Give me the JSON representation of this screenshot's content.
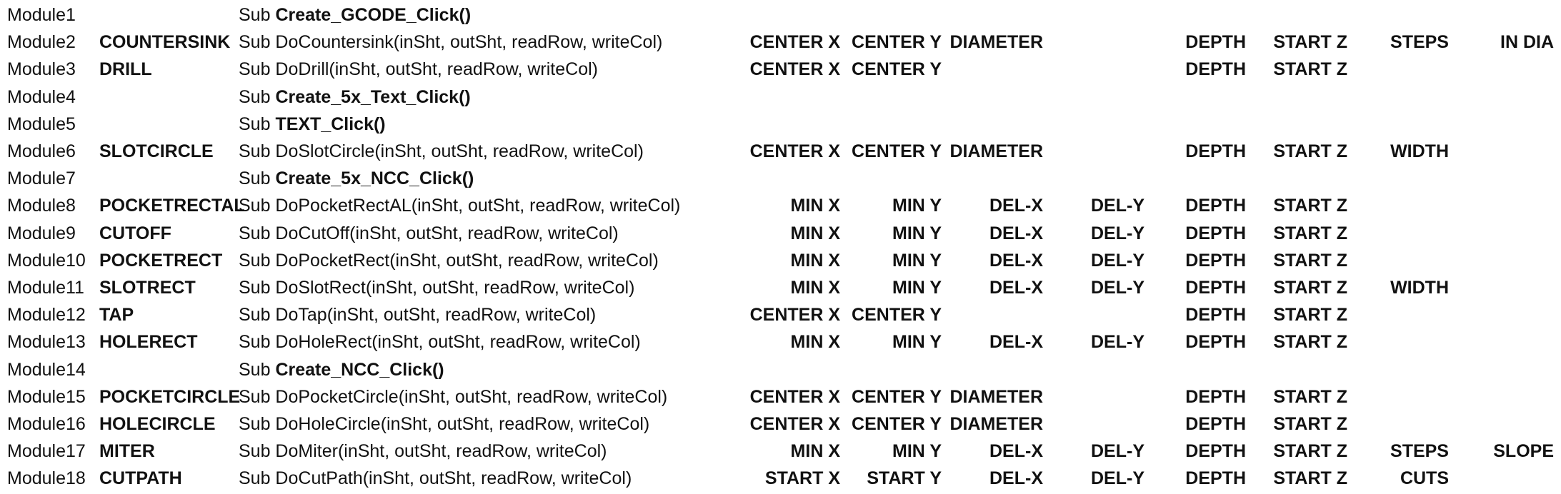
{
  "sheet": {
    "rows": [
      {
        "module": "Module1",
        "name": "",
        "sub": "Sub ",
        "sub_sig": "Create_GCODE_Click()",
        "sig_bold": true,
        "cols": [
          "",
          "",
          "",
          "",
          "",
          "",
          "",
          ""
        ]
      },
      {
        "module": "Module2",
        "name": "COUNTERSINK",
        "sub": "Sub DoCountersink(inSht, outSht, readRow, writeCol)",
        "sub_sig": "",
        "sig_bold": false,
        "cols": [
          "CENTER X",
          "CENTER Y",
          "DIAMETER",
          "",
          "DEPTH",
          "START Z",
          "STEPS",
          "IN DIA"
        ]
      },
      {
        "module": "Module3",
        "name": "DRILL",
        "sub": "Sub DoDrill(inSht, outSht, readRow, writeCol)",
        "sub_sig": "",
        "sig_bold": false,
        "cols": [
          "CENTER X",
          "CENTER Y",
          "",
          "",
          "DEPTH",
          "START Z",
          "",
          ""
        ]
      },
      {
        "module": "Module4",
        "name": "",
        "sub": "Sub ",
        "sub_sig": "Create_5x_Text_Click()",
        "sig_bold": true,
        "cols": [
          "",
          "",
          "",
          "",
          "",
          "",
          "",
          ""
        ]
      },
      {
        "module": "Module5",
        "name": "",
        "sub": "Sub ",
        "sub_sig": "TEXT_Click()",
        "sig_bold": true,
        "cols": [
          "",
          "",
          "",
          "",
          "",
          "",
          "",
          ""
        ]
      },
      {
        "module": "Module6",
        "name": "SLOTCIRCLE",
        "sub": "Sub DoSlotCircle(inSht, outSht, readRow, writeCol)",
        "sub_sig": "",
        "sig_bold": false,
        "cols": [
          "CENTER X",
          "CENTER Y",
          "DIAMETER",
          "",
          "DEPTH",
          "START Z",
          "WIDTH",
          ""
        ]
      },
      {
        "module": "Module7",
        "name": "",
        "sub": "Sub ",
        "sub_sig": "Create_5x_NCC_Click()",
        "sig_bold": true,
        "cols": [
          "",
          "",
          "",
          "",
          "",
          "",
          "",
          ""
        ]
      },
      {
        "module": "Module8",
        "name": "POCKETRECTAL",
        "sub": "Sub DoPocketRectAL(inSht, outSht, readRow, writeCol)",
        "sub_sig": "",
        "sig_bold": false,
        "cols": [
          "MIN X",
          "MIN Y",
          "DEL-X",
          "DEL-Y",
          "DEPTH",
          "START Z",
          "",
          ""
        ]
      },
      {
        "module": "Module9",
        "name": "CUTOFF",
        "sub": "Sub DoCutOff(inSht, outSht, readRow, writeCol)",
        "sub_sig": "",
        "sig_bold": false,
        "cols": [
          "MIN X",
          "MIN Y",
          "DEL-X",
          "DEL-Y",
          "DEPTH",
          "START Z",
          "",
          ""
        ]
      },
      {
        "module": "Module10",
        "name": "POCKETRECT",
        "sub": "Sub DoPocketRect(inSht, outSht, readRow, writeCol)",
        "sub_sig": "",
        "sig_bold": false,
        "cols": [
          "MIN X",
          "MIN Y",
          "DEL-X",
          "DEL-Y",
          "DEPTH",
          "START Z",
          "",
          ""
        ]
      },
      {
        "module": "Module11",
        "name": "SLOTRECT",
        "sub": "Sub DoSlotRect(inSht, outSht, readRow, writeCol)",
        "sub_sig": "",
        "sig_bold": false,
        "cols": [
          "MIN X",
          "MIN Y",
          "DEL-X",
          "DEL-Y",
          "DEPTH",
          "START Z",
          "WIDTH",
          ""
        ]
      },
      {
        "module": "Module12",
        "name": "TAP",
        "sub": "Sub DoTap(inSht, outSht, readRow, writeCol)",
        "sub_sig": "",
        "sig_bold": false,
        "cols": [
          "CENTER X",
          "CENTER Y",
          "",
          "",
          "DEPTH",
          "START Z",
          "",
          ""
        ]
      },
      {
        "module": "Module13",
        "name": "HOLERECT",
        "sub": "Sub DoHoleRect(inSht, outSht, readRow, writeCol)",
        "sub_sig": "",
        "sig_bold": false,
        "cols": [
          "MIN X",
          "MIN Y",
          "DEL-X",
          "DEL-Y",
          "DEPTH",
          "START Z",
          "",
          ""
        ]
      },
      {
        "module": "Module14",
        "name": "",
        "sub": "Sub ",
        "sub_sig": "Create_NCC_Click()",
        "sig_bold": true,
        "cols": [
          "",
          "",
          "",
          "",
          "",
          "",
          "",
          ""
        ]
      },
      {
        "module": "Module15",
        "name": "POCKETCIRCLE",
        "sub": "Sub DoPocketCircle(inSht, outSht, readRow, writeCol)",
        "sub_sig": "",
        "sig_bold": false,
        "cols": [
          "CENTER X",
          "CENTER Y",
          "DIAMETER",
          "",
          "DEPTH",
          "START Z",
          "",
          ""
        ]
      },
      {
        "module": "Module16",
        "name": "HOLECIRCLE",
        "sub": "Sub DoHoleCircle(inSht, outSht, readRow, writeCol)",
        "sub_sig": "",
        "sig_bold": false,
        "cols": [
          "CENTER X",
          "CENTER Y",
          "DIAMETER",
          "",
          "DEPTH",
          "START Z",
          "",
          ""
        ]
      },
      {
        "module": "Module17",
        "name": "MITER",
        "sub": "Sub DoMiter(inSht, outSht, readRow, writeCol)",
        "sub_sig": "",
        "sig_bold": false,
        "cols": [
          "MIN X",
          "MIN Y",
          "DEL-X",
          "DEL-Y",
          "DEPTH",
          "START Z",
          "STEPS",
          "SLOPE"
        ]
      },
      {
        "module": "Module18",
        "name": "CUTPATH",
        "sub": "Sub DoCutPath(inSht, outSht, readRow, writeCol)",
        "sub_sig": "",
        "sig_bold": false,
        "cols": [
          "START X",
          "START Y",
          "DEL-X",
          "DEL-Y",
          "DEPTH",
          "START Z",
          "CUTS",
          ""
        ]
      }
    ]
  }
}
